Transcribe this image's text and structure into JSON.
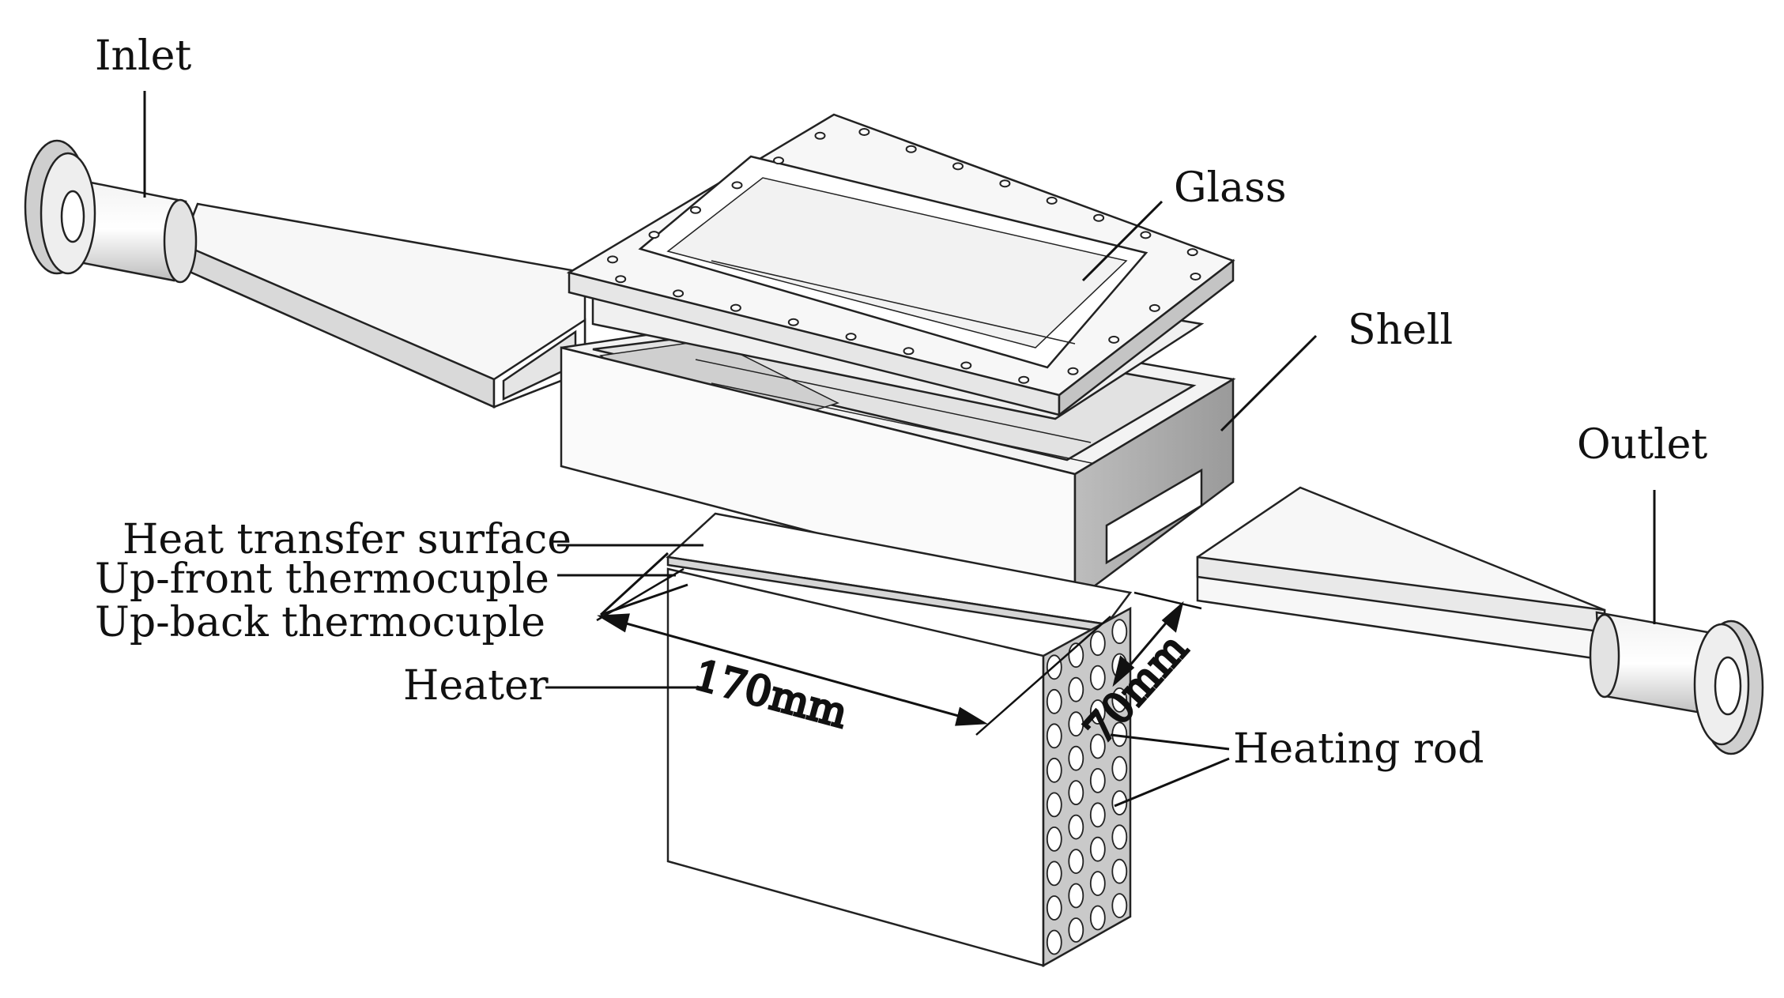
{
  "labels": {
    "inlet": "Inlet",
    "glass": "Glass",
    "shell": "Shell",
    "outlet": "Outlet",
    "heat_transfer_surface": "Heat transfer surface",
    "up_front_thermocouple": "Up-front thermocuple",
    "up_back_thermocouple": "Up-back thermocuple",
    "heater": "Heater",
    "heating_rod": "Heating rod"
  },
  "dimensions": {
    "length": "170mm",
    "width": "70mm"
  },
  "heating_rod_grid": {
    "columns": 4,
    "rows": 9
  },
  "colors": {
    "line": "#222222",
    "face_light": "#f4f4f4",
    "face_mid": "#dcdcdc",
    "face_dark": "#bdbdbd"
  }
}
